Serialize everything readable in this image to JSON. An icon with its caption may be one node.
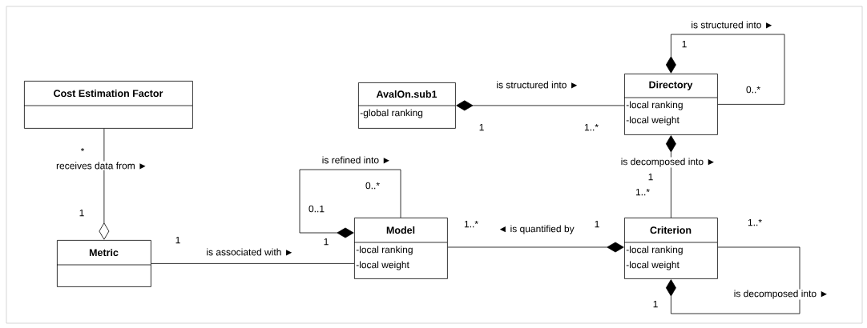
{
  "diagram": {
    "nodes": [
      {
        "text": [
          "Cost Estimation Factor"
        ]
      },
      {
        "text": [
          "AvalOn.sub1",
          "-global ranking"
        ]
      },
      {
        "text": [
          "Directory",
          "-local ranking",
          "-local weight"
        ]
      },
      {
        "text": [
          "Metric"
        ]
      },
      {
        "text": [
          "Model",
          "-local ranking",
          "-local weight"
        ]
      },
      {
        "text": [
          "Criterion",
          "-local ranking",
          "-local weight"
        ]
      }
    ],
    "edges": [
      {
        "from": 0,
        "to": 3,
        "arrow": "other",
        "label": "receives data from ►"
      },
      {
        "from": 1,
        "to": 2,
        "arrow": "other",
        "label": "is structured into ►"
      },
      {
        "from": 2,
        "to": 2,
        "arrow": "other",
        "label": "is structured into ►"
      },
      {
        "from": 2,
        "to": 5,
        "arrow": "other",
        "label": "is decomposed into ►"
      },
      {
        "from": 3,
        "to": 4,
        "arrow": "none",
        "label": "is associated with ►"
      },
      {
        "from": 4,
        "to": 4,
        "arrow": "other",
        "label": "is refined into ►"
      },
      {
        "from": 4,
        "to": 5,
        "arrow": "other",
        "label": "◄ is quantified by"
      },
      {
        "from": 5,
        "to": 5,
        "arrow": "other",
        "label": "is decomposed into ►"
      }
    ],
    "labels": [
      "1",
      "0..*",
      "1",
      "1..*",
      "*",
      "1",
      "0..*",
      "1..*",
      "0..1",
      "1",
      "1..*",
      "1",
      "1..*",
      "1",
      "1",
      "1"
    ]
  }
}
